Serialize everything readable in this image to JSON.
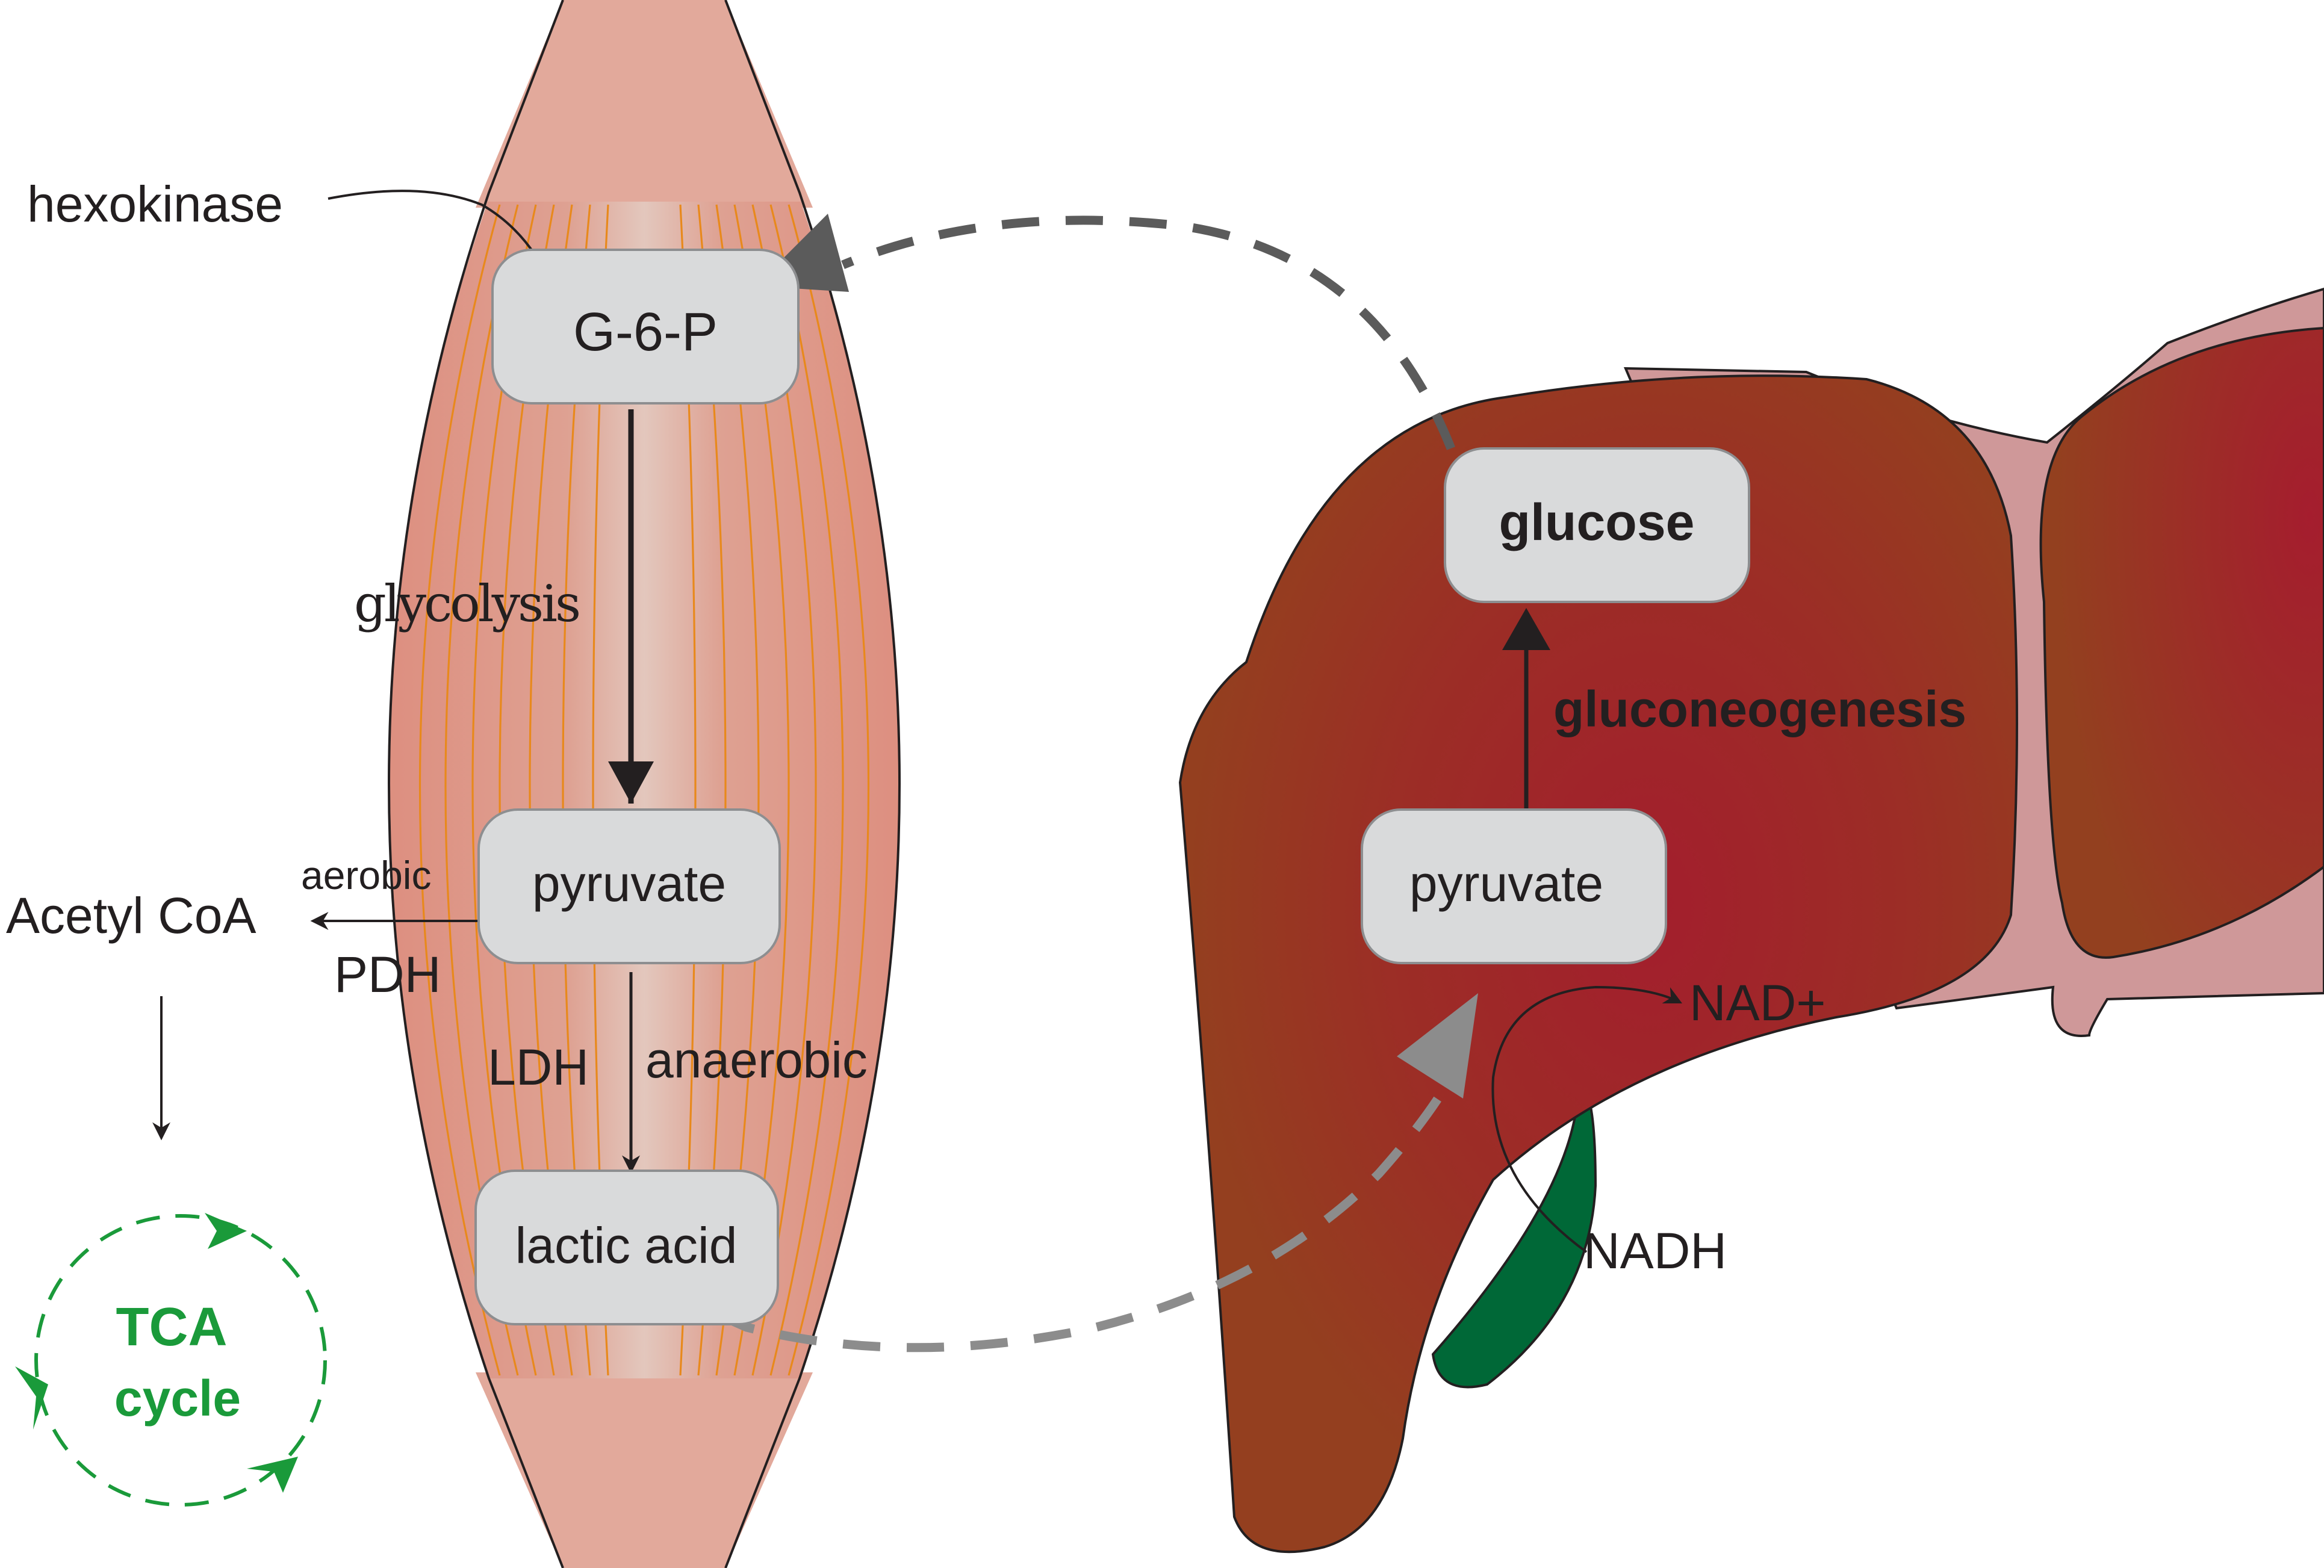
{
  "muscle": {
    "enzyme_label": "hexokinase",
    "g6p": "G-6-P",
    "pathway_label": "glycolysis",
    "pyruvate": "pyruvate",
    "aerobic_label": "aerobic",
    "pdh_label": "PDH",
    "acetyl_coa": "Acetyl CoA",
    "ldh_label": "LDH",
    "anaerobic_label": "anaerobic",
    "lactic_acid": "lactic acid",
    "tca_line1": "TCA",
    "tca_line2": "cycle"
  },
  "liver": {
    "glucose": "glucose",
    "pathway_label": "gluconeogenesis",
    "pyruvate": "pyruvate",
    "nad_plus": "NAD+",
    "nadh": "NADH"
  },
  "colors": {
    "muscle_fill": "#dd9a8a",
    "tendon_fill": "#e2a99b",
    "fiber_stroke": "#e8891c",
    "liver_dark": "#963f1f",
    "liver_light": "#a31e2d",
    "gallbladder": "#006837",
    "tca_green": "#1a9a3a",
    "cycle_arrow": "#5b5b5b",
    "lactate_arrow": "#8c8c8c"
  }
}
